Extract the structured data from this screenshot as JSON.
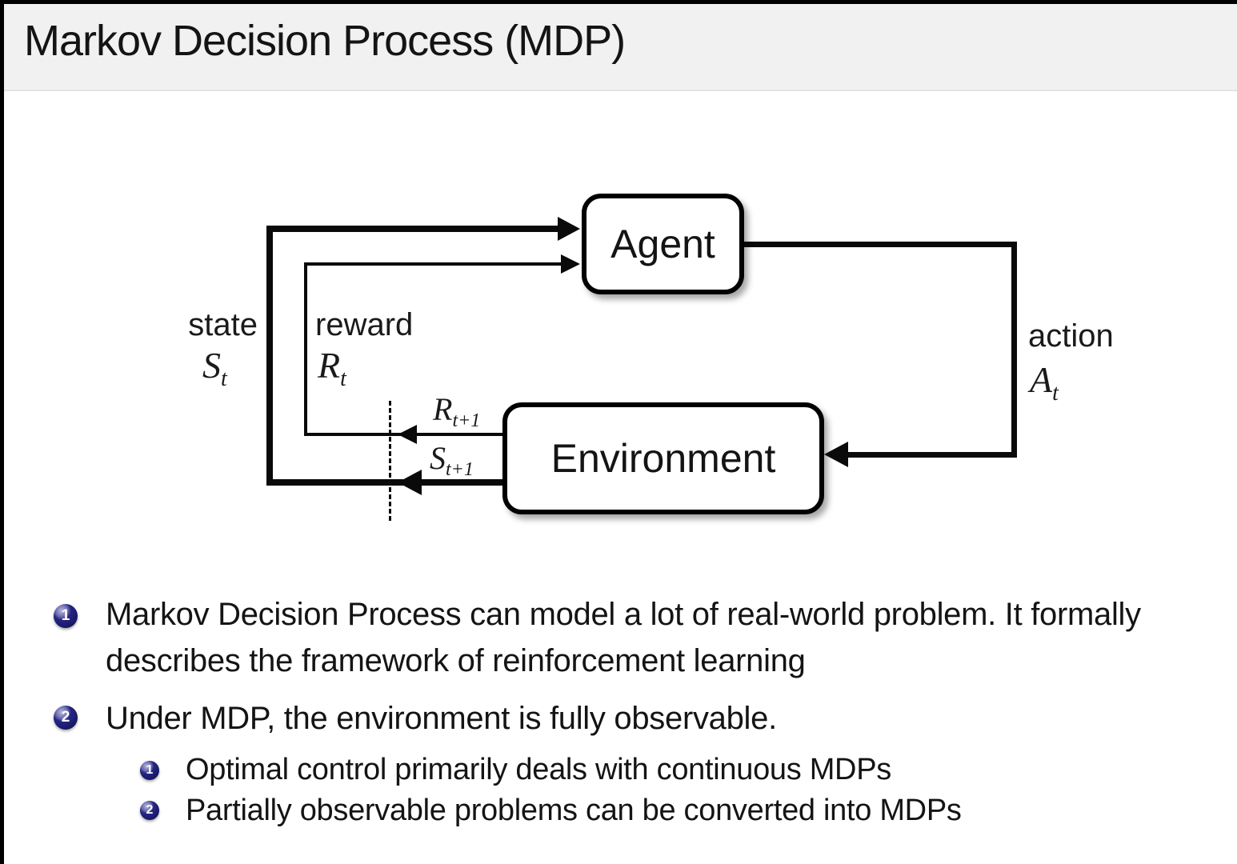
{
  "slide": {
    "title": "Markov Decision Process (MDP)"
  },
  "diagram": {
    "agent_label": "Agent",
    "environment_label": "Environment",
    "state_label": "state",
    "state_symbol": {
      "letter": "S",
      "sub": "t"
    },
    "reward_label": "reward",
    "reward_symbol": {
      "letter": "R",
      "sub": "t"
    },
    "action_label": "action",
    "action_symbol": {
      "letter": "A",
      "sub": "t"
    },
    "next_reward_symbol": {
      "letter": "R",
      "sub": "t+1"
    },
    "next_state_symbol": {
      "letter": "S",
      "sub": "t+1"
    }
  },
  "bullets": [
    {
      "number": "1",
      "text": "Markov Decision Process can model a lot of real-world problem. It formally describes the framework of reinforcement learning",
      "sub": []
    },
    {
      "number": "2",
      "text": "Under MDP, the environment is fully observable.",
      "sub": [
        {
          "number": "1",
          "text": "Optimal control primarily deals with continuous MDPs"
        },
        {
          "number": "2",
          "text": "Partially observable problems can be converted into MDPs"
        }
      ]
    }
  ],
  "colors": {
    "header_bg": "#f1f1f1",
    "slide_bg": "#ffffff",
    "line_black": "#0a0a0a",
    "ball_navy": "#1e1e78",
    "text_dark": "#141414"
  }
}
